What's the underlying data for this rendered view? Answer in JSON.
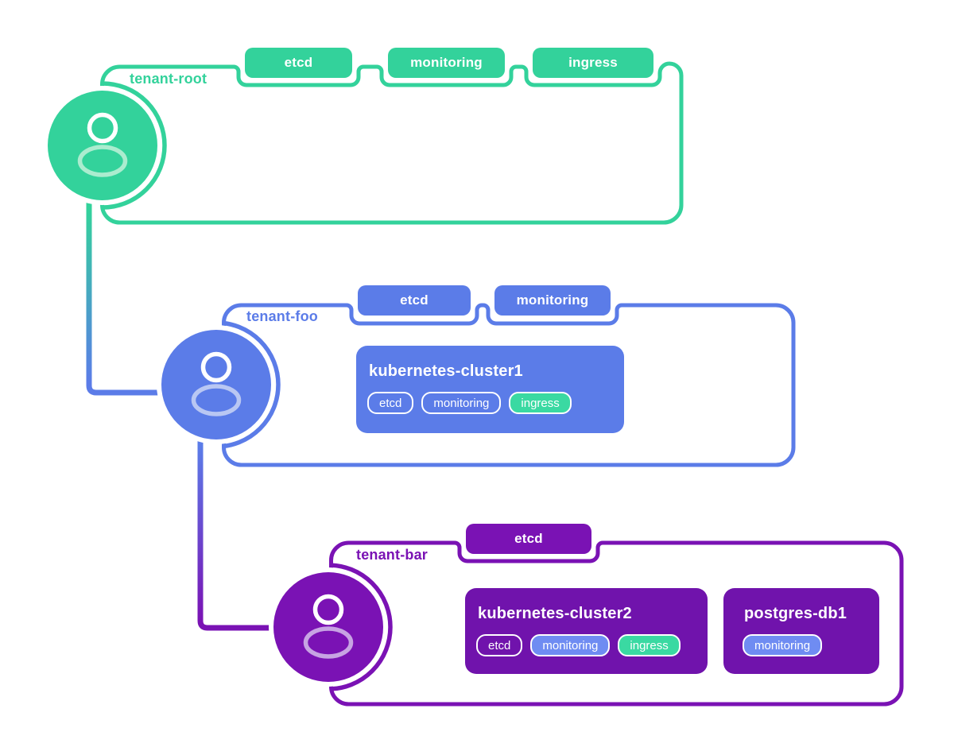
{
  "colors": {
    "green": "#33d29b",
    "blue": "#5b7ce8",
    "purple": "#7a12b4",
    "card_purple": "#7013ac",
    "chip_green": "#3ad9a2",
    "chip_blue": "#6f8cf2",
    "tint_green": "#abeccf",
    "tint_blue": "#b9c7f3",
    "tint_purple": "#c7a3e3"
  },
  "tenants": [
    {
      "name": "tenant-root",
      "color": "#33d29b",
      "tabs": [
        "etcd",
        "monitoring",
        "ingress"
      ],
      "workloads": []
    },
    {
      "name": "tenant-foo",
      "color": "#5b7ce8",
      "tabs": [
        "etcd",
        "monitoring"
      ],
      "workloads": [
        {
          "title": "kubernetes-cluster1",
          "chips": [
            {
              "label": "etcd",
              "variant": "outline"
            },
            {
              "label": "monitoring",
              "variant": "outline"
            },
            {
              "label": "ingress",
              "variant": "green"
            }
          ]
        }
      ]
    },
    {
      "name": "tenant-bar",
      "color": "#7a12b4",
      "tabs": [
        "etcd"
      ],
      "workloads": [
        {
          "title": "kubernetes-cluster2",
          "chips": [
            {
              "label": "etcd",
              "variant": "outline"
            },
            {
              "label": "monitoring",
              "variant": "blue"
            },
            {
              "label": "ingress",
              "variant": "green"
            }
          ]
        },
        {
          "title": "postgres-db1",
          "chips": [
            {
              "label": "monitoring",
              "variant": "blue"
            }
          ]
        }
      ]
    }
  ]
}
